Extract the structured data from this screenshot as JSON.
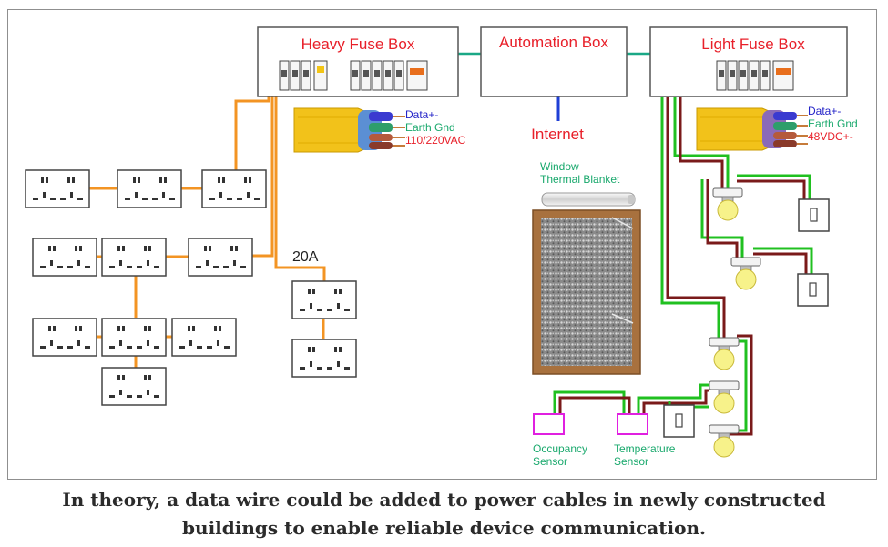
{
  "boxes": {
    "heavy_fuse": "Heavy Fuse Box",
    "automation": "Automation Box",
    "light_fuse": "Light Fuse Box"
  },
  "internet": "Internet",
  "heavy_cable_legend": [
    "Data+-",
    "Earth Gnd",
    "110/220VAC"
  ],
  "light_cable_legend": [
    "Data+-",
    "Earth Gnd",
    "48VDC+-"
  ],
  "circuit_label": "20A",
  "window_label": [
    "Window",
    "Thermal Blanket"
  ],
  "sensors": {
    "occupancy": [
      "Occupancy",
      "Sensor"
    ],
    "temperature": [
      "Temperature",
      "Sensor"
    ]
  },
  "caption": [
    "In theory, a data wire could be added to power cables in newly constructed",
    "buildings to enable reliable device communication."
  ],
  "colors": {
    "label_red": "#e8202a",
    "data_blue": "#2424c8",
    "earth_green": "#18a86c",
    "heavy_wire": "#f39423",
    "light_wire_green": "#20c020",
    "light_wire_red": "#7a1a1a",
    "automation_link": "#1aa886",
    "internet_link": "#1f3fd6",
    "sensor_magenta": "#e020e0",
    "window_frame": "#a8713e"
  }
}
